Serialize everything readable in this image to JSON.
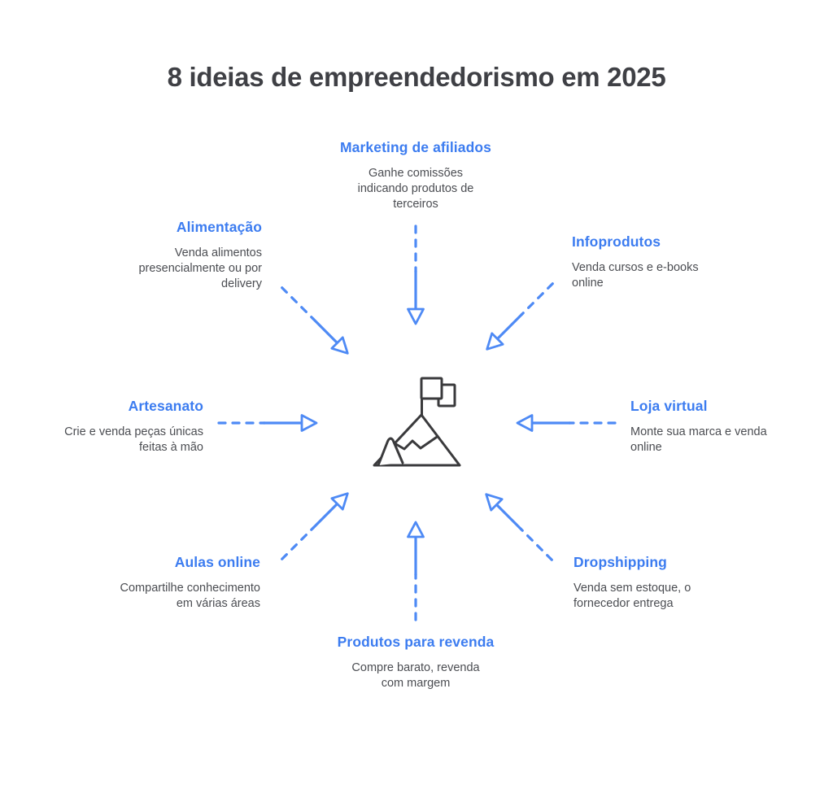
{
  "title": "8 ideias de empreendedorismo em 2025",
  "center_icon": "mountain-with-flag",
  "colors": {
    "accent": "#3c7cf0",
    "arrow": "#4e8af5",
    "title_text": "#3f4045",
    "body_text": "#4b4d52",
    "icon_stroke": "#3a3a3c",
    "background": "#ffffff"
  },
  "items": [
    {
      "id": "marketing-afiliados",
      "label": "Marketing de afiliados",
      "description": "Ganhe comissões\nindicando produtos de\nterceiros"
    },
    {
      "id": "alimentacao",
      "label": "Alimentação",
      "description": "Venda alimentos\npresencialmente ou por\ndelivery"
    },
    {
      "id": "infoprodutos",
      "label": "Infoprodutos",
      "description": "Venda cursos e e-books\nonline"
    },
    {
      "id": "artesanato",
      "label": "Artesanato",
      "description": "Crie e venda peças únicas\nfeitas à mão"
    },
    {
      "id": "loja-virtual",
      "label": "Loja virtual",
      "description": "Monte sua marca e venda\nonline"
    },
    {
      "id": "aulas-online",
      "label": "Aulas online",
      "description": "Compartilhe conhecimento\nem várias áreas"
    },
    {
      "id": "dropshipping",
      "label": "Dropshipping",
      "description": "Venda sem estoque, o\nfornecedor entrega"
    },
    {
      "id": "produtos-revenda",
      "label": "Produtos para revenda",
      "description": "Compre barato, revenda\ncom margem"
    }
  ]
}
